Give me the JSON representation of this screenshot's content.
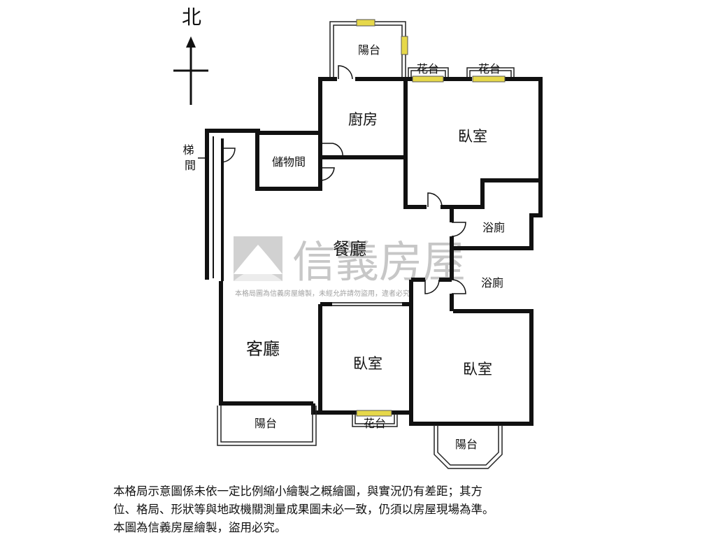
{
  "compass": {
    "north_label": "北"
  },
  "rooms": {
    "balcony_north": "陽台",
    "flower_terrace_1": "花台",
    "flower_terrace_2": "花台",
    "kitchen": "廚房",
    "storage": "儲物間",
    "bedroom_master": "臥室",
    "stairwell": "梯\n間",
    "bath_1": "浴廁",
    "bath_2": "浴廁",
    "dining": "餐廳",
    "living": "客廳",
    "bedroom_middle": "臥室",
    "bedroom_right": "臥室",
    "balcony_living": "陽台",
    "flower_terrace_3": "花台",
    "balcony_bay": "陽台"
  },
  "watermark": {
    "brand": "信義房屋",
    "notice": "本格局圖為信義房屋繪製，未經允許請勿盜用，違者必究"
  },
  "disclaimer": {
    "line1": "本格局示意圖係未依一定比例縮小繪製之概繪圖，與實況仍有差距；其方",
    "line2": "位、格局、形狀等與地政機關測量成果圖未必一致，仍須以房屋現場為準。",
    "line3": "本圖為信義房屋繪製，盜用必究。"
  },
  "colors": {
    "wall": "#111111",
    "window": "#e6d84a",
    "watermark": "#9a9a9a"
  }
}
